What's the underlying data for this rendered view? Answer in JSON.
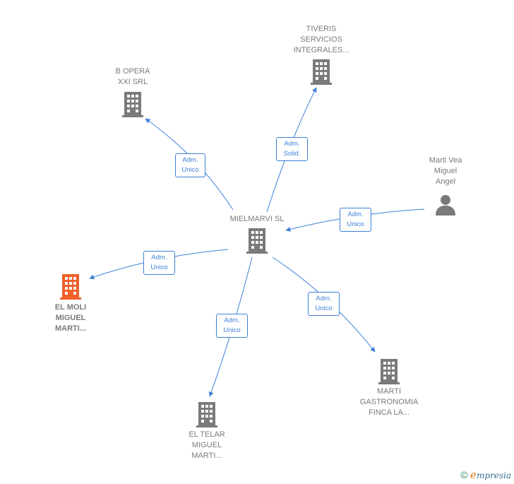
{
  "nodes": {
    "center": {
      "label": "MIELMARVI SL",
      "type": "company"
    },
    "bopera": {
      "label": "B OPERA\nXXI SRL",
      "type": "company"
    },
    "tiveris": {
      "label": "TIVERIS\nSERVICIOS\nINTEGRALES...",
      "type": "company"
    },
    "marti": {
      "label": "Marti Vea\nMiguel\nAngel",
      "type": "person"
    },
    "elmoli": {
      "label": "EL MOLI\nMIGUEL\nMARTI...",
      "type": "company-highlight"
    },
    "eltelar": {
      "label": "EL TELAR\nMIGUEL\nMARTI...",
      "type": "company"
    },
    "gastro": {
      "label": "MARTI\nGASTRONOMIA\nFINCA LA...",
      "type": "company"
    }
  },
  "edges": {
    "bopera": {
      "label": "Adm.\nUnico"
    },
    "tiveris": {
      "label": "Adm.\nSolid."
    },
    "marti": {
      "label": "Adm.\nUnico"
    },
    "elmoli": {
      "label": "Adm.\nUnico"
    },
    "eltelar": {
      "label": "Adm.\nUnico"
    },
    "gastro": {
      "label": "Adm.\nUnico"
    }
  },
  "colors": {
    "edge": "#3d7fd6",
    "icon": "#7a7a7a",
    "highlight": "#f0602a"
  },
  "footer": {
    "copyright": "©",
    "brand_initial": "e",
    "brand_rest": "mpresia"
  }
}
